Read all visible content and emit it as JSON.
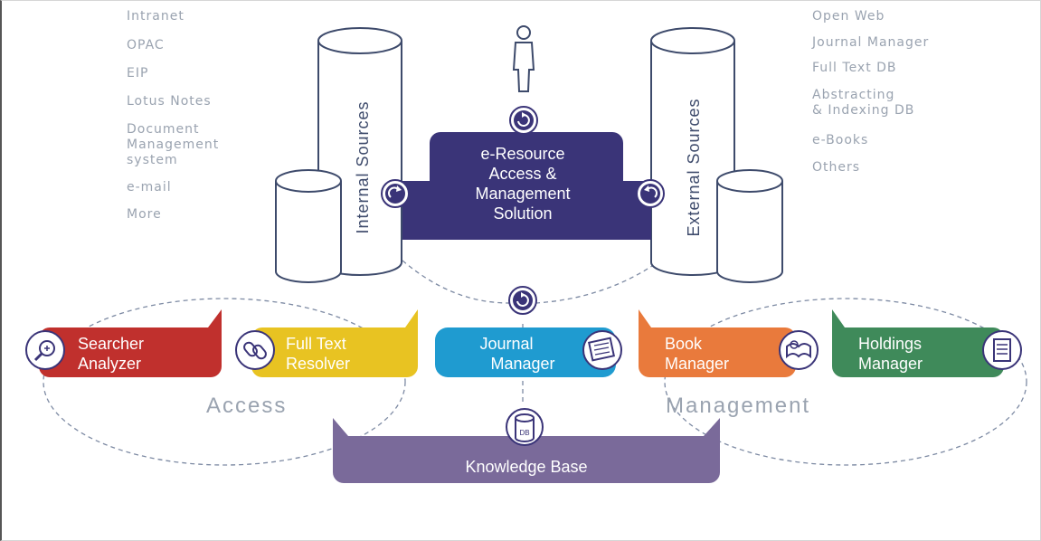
{
  "internal_sources": {
    "title": "Internal Sources",
    "items": [
      "Intranet",
      "OPAC",
      "EIP",
      "Lotus Notes",
      "Document\nManagement\nsystem",
      "e-mail",
      "More"
    ]
  },
  "external_sources": {
    "title": "External Sources",
    "items": [
      "Open Web",
      "Journal Manager",
      "Full Text DB",
      "Abstracting\n& Indexing DB",
      "e-Books",
      "Others"
    ]
  },
  "center_box": {
    "lines": [
      "e-Resource",
      "Access &",
      "Management",
      "Solution"
    ]
  },
  "modules": [
    {
      "lines": [
        "Searcher",
        "Analyzer"
      ],
      "color": "#c0302d",
      "icon": "magnifier-icon"
    },
    {
      "lines": [
        "Full Text",
        "Resolver"
      ],
      "color": "#e8c322",
      "icon": "chain-link-icon"
    },
    {
      "lines": [
        "Journal",
        "Manager"
      ],
      "color": "#1f9bd0",
      "icon": "journal-icon"
    },
    {
      "lines": [
        "Book",
        "Manager"
      ],
      "color": "#e97a3c",
      "icon": "open-book-icon"
    },
    {
      "lines": [
        "Holdings",
        "Manager"
      ],
      "color": "#3f8a5a",
      "icon": "document-list-icon"
    }
  ],
  "groups": {
    "access": "Access",
    "management": "Management"
  },
  "knowledge_base": {
    "label": "Knowledge Base",
    "icon_text": "DB"
  },
  "colors": {
    "navy": "#3a3478",
    "kb": "#7a6a9a",
    "cylinder_stroke": "#3d4a6b",
    "muted_text": "#9aa3b0"
  }
}
